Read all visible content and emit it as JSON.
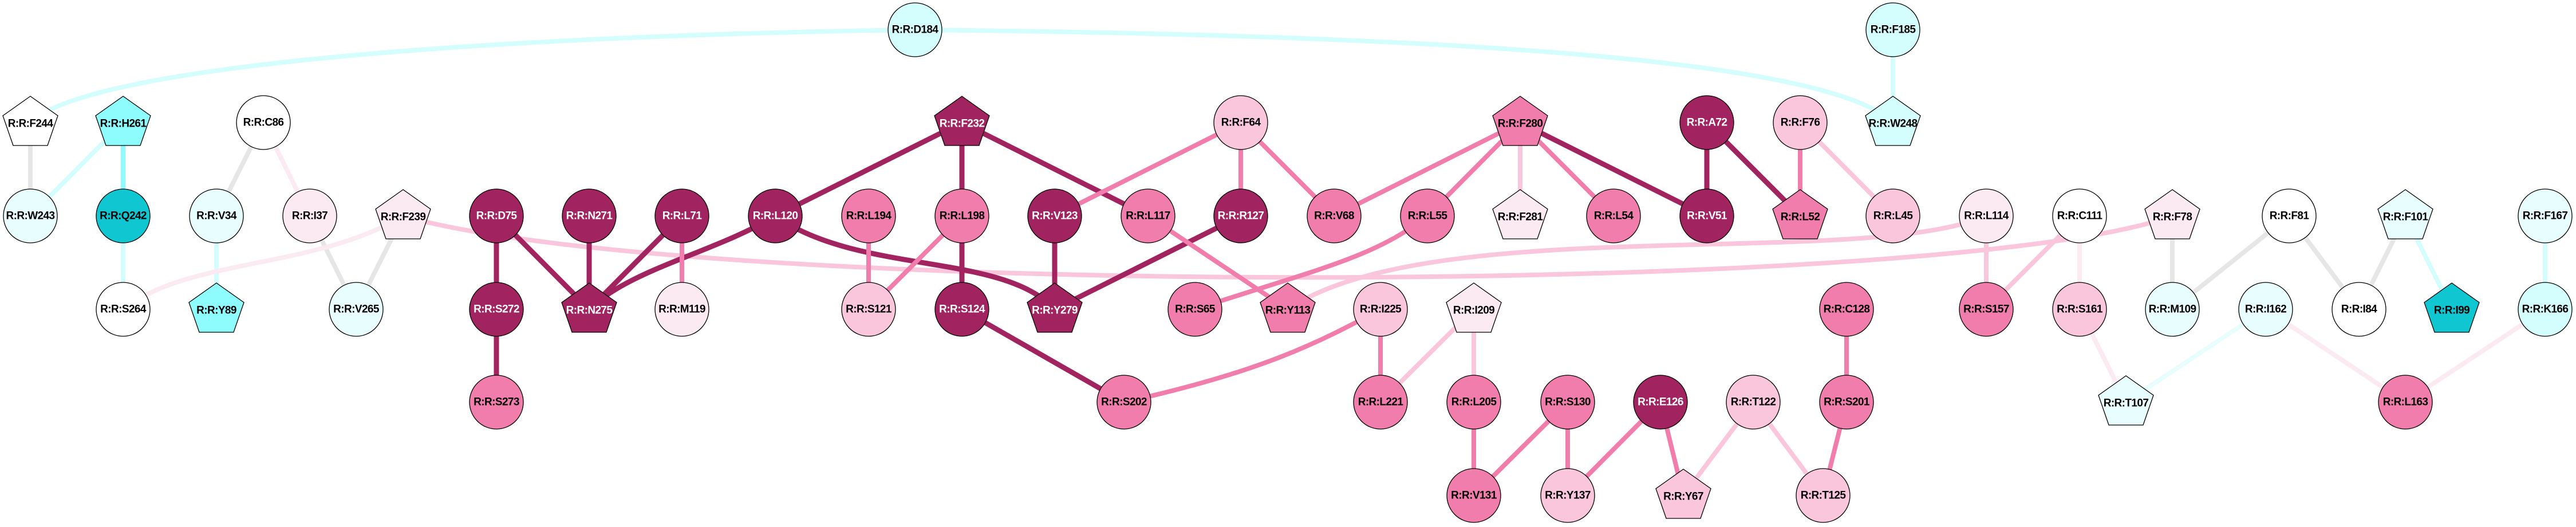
{
  "colors": {
    "dark": "#a12360",
    "medium": "#f07dab",
    "light": "#f9c6dc",
    "pale": "#fceaf2",
    "white": "#ffffff",
    "cyan_pale": "#e8fdfd",
    "cyan_light": "#d4fdfd",
    "cyan": "#8efcfc",
    "teal": "#10c6d0",
    "gray": "#e6e6e6"
  },
  "nodes": [
    {
      "id": "D184",
      "label": "R:R:D184",
      "shape": "circle",
      "fill": "cyan_light"
    },
    {
      "id": "F185",
      "label": "R:R:F185",
      "shape": "circle",
      "fill": "cyan_light"
    },
    {
      "id": "F244",
      "label": "R:R:F244",
      "shape": "pentagon",
      "fill": "white"
    },
    {
      "id": "H261",
      "label": "R:R:H261",
      "shape": "pentagon",
      "fill": "cyan"
    },
    {
      "id": "C86",
      "label": "R:R:C86",
      "shape": "circle",
      "fill": "white"
    },
    {
      "id": "F232",
      "label": "R:R:F232",
      "shape": "pentagon",
      "fill": "dark"
    },
    {
      "id": "F64",
      "label": "R:R:F64",
      "shape": "circle",
      "fill": "light"
    },
    {
      "id": "F280",
      "label": "R:R:F280",
      "shape": "pentagon",
      "fill": "medium"
    },
    {
      "id": "A72",
      "label": "R:R:A72",
      "shape": "circle",
      "fill": "dark"
    },
    {
      "id": "F76",
      "label": "R:R:F76",
      "shape": "circle",
      "fill": "light"
    },
    {
      "id": "W248",
      "label": "R:R:W248",
      "shape": "pentagon",
      "fill": "cyan_light"
    },
    {
      "id": "W243",
      "label": "R:R:W243",
      "shape": "circle",
      "fill": "cyan_pale"
    },
    {
      "id": "Q242",
      "label": "R:R:Q242",
      "shape": "circle",
      "fill": "teal"
    },
    {
      "id": "V34",
      "label": "R:R:V34",
      "shape": "circle",
      "fill": "cyan_pale"
    },
    {
      "id": "I37",
      "label": "R:R:I37",
      "shape": "circle",
      "fill": "pale"
    },
    {
      "id": "F239",
      "label": "R:R:F239",
      "shape": "pentagon",
      "fill": "pale"
    },
    {
      "id": "D75",
      "label": "R:R:D75",
      "shape": "circle",
      "fill": "dark"
    },
    {
      "id": "N271",
      "label": "R:R:N271",
      "shape": "circle",
      "fill": "dark"
    },
    {
      "id": "L71",
      "label": "R:R:L71",
      "shape": "circle",
      "fill": "dark"
    },
    {
      "id": "L120",
      "label": "R:R:L120",
      "shape": "circle",
      "fill": "dark"
    },
    {
      "id": "L194",
      "label": "R:R:L194",
      "shape": "circle",
      "fill": "medium"
    },
    {
      "id": "L198",
      "label": "R:R:L198",
      "shape": "circle",
      "fill": "medium"
    },
    {
      "id": "V123",
      "label": "R:R:V123",
      "shape": "circle",
      "fill": "dark"
    },
    {
      "id": "L117",
      "label": "R:R:L117",
      "shape": "circle",
      "fill": "medium"
    },
    {
      "id": "R127",
      "label": "R:R:R127",
      "shape": "circle",
      "fill": "dark"
    },
    {
      "id": "V68",
      "label": "R:R:V68",
      "shape": "circle",
      "fill": "medium"
    },
    {
      "id": "L55",
      "label": "R:R:L55",
      "shape": "circle",
      "fill": "medium"
    },
    {
      "id": "F281",
      "label": "R:R:F281",
      "shape": "pentagon",
      "fill": "pale"
    },
    {
      "id": "L54",
      "label": "R:R:L54",
      "shape": "circle",
      "fill": "medium"
    },
    {
      "id": "V51",
      "label": "R:R:V51",
      "shape": "circle",
      "fill": "dark"
    },
    {
      "id": "L52",
      "label": "R:R:L52",
      "shape": "pentagon",
      "fill": "medium"
    },
    {
      "id": "L45",
      "label": "R:R:L45",
      "shape": "circle",
      "fill": "light"
    },
    {
      "id": "L114",
      "label": "R:R:L114",
      "shape": "circle",
      "fill": "pale"
    },
    {
      "id": "C111",
      "label": "R:R:C111",
      "shape": "circle",
      "fill": "white"
    },
    {
      "id": "F78",
      "label": "R:R:F78",
      "shape": "pentagon",
      "fill": "pale"
    },
    {
      "id": "F81",
      "label": "R:R:F81",
      "shape": "circle",
      "fill": "white"
    },
    {
      "id": "F101",
      "label": "R:R:F101",
      "shape": "pentagon",
      "fill": "cyan_pale"
    },
    {
      "id": "F167",
      "label": "R:R:F167",
      "shape": "circle",
      "fill": "cyan_pale"
    },
    {
      "id": "S264",
      "label": "R:R:S264",
      "shape": "circle",
      "fill": "white"
    },
    {
      "id": "Y89",
      "label": "R:R:Y89",
      "shape": "pentagon",
      "fill": "cyan"
    },
    {
      "id": "V265",
      "label": "R:R:V265",
      "shape": "circle",
      "fill": "cyan_pale"
    },
    {
      "id": "S272",
      "label": "R:R:S272",
      "shape": "circle",
      "fill": "dark"
    },
    {
      "id": "N275",
      "label": "R:R:N275",
      "shape": "pentagon",
      "fill": "dark"
    },
    {
      "id": "M119",
      "label": "R:R:M119",
      "shape": "circle",
      "fill": "pale"
    },
    {
      "id": "S121",
      "label": "R:R:S121",
      "shape": "circle",
      "fill": "light"
    },
    {
      "id": "S124",
      "label": "R:R:S124",
      "shape": "circle",
      "fill": "dark"
    },
    {
      "id": "Y279",
      "label": "R:R:Y279",
      "shape": "pentagon",
      "fill": "dark"
    },
    {
      "id": "S65",
      "label": "R:R:S65",
      "shape": "circle",
      "fill": "medium"
    },
    {
      "id": "Y113",
      "label": "R:R:Y113",
      "shape": "pentagon",
      "fill": "medium"
    },
    {
      "id": "I225",
      "label": "R:R:I225",
      "shape": "circle",
      "fill": "light"
    },
    {
      "id": "I209",
      "label": "R:R:I209",
      "shape": "pentagon",
      "fill": "pale"
    },
    {
      "id": "C128",
      "label": "R:R:C128",
      "shape": "circle",
      "fill": "medium"
    },
    {
      "id": "S157",
      "label": "R:R:S157",
      "shape": "circle",
      "fill": "medium"
    },
    {
      "id": "S161",
      "label": "R:R:S161",
      "shape": "circle",
      "fill": "light"
    },
    {
      "id": "M109",
      "label": "R:R:M109",
      "shape": "circle",
      "fill": "cyan_pale"
    },
    {
      "id": "I162",
      "label": "R:R:I162",
      "shape": "circle",
      "fill": "cyan_pale"
    },
    {
      "id": "I84",
      "label": "R:R:I84",
      "shape": "circle",
      "fill": "white"
    },
    {
      "id": "I99",
      "label": "R:R:I99",
      "shape": "pentagon",
      "fill": "teal"
    },
    {
      "id": "K166",
      "label": "R:R:K166",
      "shape": "circle",
      "fill": "cyan_light"
    },
    {
      "id": "S273",
      "label": "R:R:S273",
      "shape": "circle",
      "fill": "medium"
    },
    {
      "id": "S202",
      "label": "R:R:S202",
      "shape": "circle",
      "fill": "medium"
    },
    {
      "id": "L221",
      "label": "R:R:L221",
      "shape": "circle",
      "fill": "medium"
    },
    {
      "id": "L205",
      "label": "R:R:L205",
      "shape": "circle",
      "fill": "medium"
    },
    {
      "id": "S130",
      "label": "R:R:S130",
      "shape": "circle",
      "fill": "medium"
    },
    {
      "id": "E126",
      "label": "R:R:E126",
      "shape": "circle",
      "fill": "dark"
    },
    {
      "id": "T122",
      "label": "R:R:T122",
      "shape": "circle",
      "fill": "light"
    },
    {
      "id": "S201",
      "label": "R:R:S201",
      "shape": "circle",
      "fill": "medium"
    },
    {
      "id": "T107",
      "label": "R:R:T107",
      "shape": "pentagon",
      "fill": "cyan_pale"
    },
    {
      "id": "L163",
      "label": "R:R:L163",
      "shape": "circle",
      "fill": "medium"
    },
    {
      "id": "V131",
      "label": "R:R:V131",
      "shape": "circle",
      "fill": "medium"
    },
    {
      "id": "Y137",
      "label": "R:R:Y137",
      "shape": "circle",
      "fill": "light"
    },
    {
      "id": "Y67",
      "label": "R:R:Y67",
      "shape": "pentagon",
      "fill": "light"
    },
    {
      "id": "T125",
      "label": "R:R:T125",
      "shape": "circle",
      "fill": "light"
    }
  ],
  "edges": [
    {
      "s": "D184",
      "t": "F244",
      "c": "cyan_light"
    },
    {
      "s": "D184",
      "t": "W248",
      "c": "cyan_light"
    },
    {
      "s": "F185",
      "t": "W248",
      "c": "cyan_light"
    },
    {
      "s": "F244",
      "t": "W243",
      "c": "gray"
    },
    {
      "s": "H261",
      "t": "W243",
      "c": "cyan_light"
    },
    {
      "s": "H261",
      "t": "Q242",
      "c": "cyan"
    },
    {
      "s": "Q242",
      "t": "S264",
      "c": "cyan_light"
    },
    {
      "s": "C86",
      "t": "V34",
      "c": "gray"
    },
    {
      "s": "C86",
      "t": "I37",
      "c": "pale"
    },
    {
      "s": "V34",
      "t": "Y89",
      "c": "cyan_light"
    },
    {
      "s": "I37",
      "t": "V265",
      "c": "gray"
    },
    {
      "s": "F239",
      "t": "V265",
      "c": "gray"
    },
    {
      "s": "F239",
      "t": "S264",
      "c": "pale"
    },
    {
      "s": "F239",
      "t": "F78",
      "c": "light"
    },
    {
      "s": "L114",
      "t": "Y113",
      "c": "light"
    },
    {
      "s": "D75",
      "t": "S272",
      "c": "dark"
    },
    {
      "s": "D75",
      "t": "N275",
      "c": "dark"
    },
    {
      "s": "N271",
      "t": "N275",
      "c": "dark"
    },
    {
      "s": "L71",
      "t": "N275",
      "c": "dark"
    },
    {
      "s": "L120",
      "t": "N275",
      "c": "dark"
    },
    {
      "s": "S272",
      "t": "S273",
      "c": "dark"
    },
    {
      "s": "L71",
      "t": "M119",
      "c": "medium"
    },
    {
      "s": "F232",
      "t": "L120",
      "c": "dark"
    },
    {
      "s": "F232",
      "t": "L198",
      "c": "dark"
    },
    {
      "s": "F232",
      "t": "L117",
      "c": "dark"
    },
    {
      "s": "L120",
      "t": "Y279",
      "c": "dark"
    },
    {
      "s": "L194",
      "t": "S121",
      "c": "medium"
    },
    {
      "s": "L198",
      "t": "S121",
      "c": "medium"
    },
    {
      "s": "L198",
      "t": "S124",
      "c": "dark"
    },
    {
      "s": "V123",
      "t": "Y279",
      "c": "dark"
    },
    {
      "s": "R127",
      "t": "Y279",
      "c": "dark"
    },
    {
      "s": "F64",
      "t": "V123",
      "c": "medium"
    },
    {
      "s": "F64",
      "t": "R127",
      "c": "medium"
    },
    {
      "s": "F64",
      "t": "V68",
      "c": "medium"
    },
    {
      "s": "L117",
      "t": "Y113",
      "c": "medium"
    },
    {
      "s": "S124",
      "t": "S202",
      "c": "dark"
    },
    {
      "s": "S202",
      "t": "I225",
      "c": "medium"
    },
    {
      "s": "S65",
      "t": "L55",
      "c": "medium"
    },
    {
      "s": "F280",
      "t": "V68",
      "c": "medium"
    },
    {
      "s": "F280",
      "t": "L55",
      "c": "medium"
    },
    {
      "s": "F280",
      "t": "L54",
      "c": "medium"
    },
    {
      "s": "F280",
      "t": "F281",
      "c": "light"
    },
    {
      "s": "F280",
      "t": "V51",
      "c": "dark"
    },
    {
      "s": "A72",
      "t": "V51",
      "c": "dark"
    },
    {
      "s": "A72",
      "t": "L52",
      "c": "dark"
    },
    {
      "s": "F76",
      "t": "L52",
      "c": "medium"
    },
    {
      "s": "F76",
      "t": "L45",
      "c": "light"
    },
    {
      "s": "I225",
      "t": "L221",
      "c": "medium"
    },
    {
      "s": "I209",
      "t": "L221",
      "c": "light"
    },
    {
      "s": "I209",
      "t": "L205",
      "c": "light"
    },
    {
      "s": "L205",
      "t": "V131",
      "c": "medium"
    },
    {
      "s": "S130",
      "t": "V131",
      "c": "medium"
    },
    {
      "s": "S130",
      "t": "Y137",
      "c": "medium"
    },
    {
      "s": "E126",
      "t": "Y137",
      "c": "medium"
    },
    {
      "s": "E126",
      "t": "Y67",
      "c": "medium"
    },
    {
      "s": "T122",
      "t": "Y67",
      "c": "light"
    },
    {
      "s": "T122",
      "t": "T125",
      "c": "light"
    },
    {
      "s": "S201",
      "t": "T125",
      "c": "medium"
    },
    {
      "s": "C128",
      "t": "S201",
      "c": "medium"
    },
    {
      "s": "L114",
      "t": "S157",
      "c": "light"
    },
    {
      "s": "C111",
      "t": "S157",
      "c": "light"
    },
    {
      "s": "C111",
      "t": "S161",
      "c": "pale"
    },
    {
      "s": "S161",
      "t": "T107",
      "c": "pale"
    },
    {
      "s": "I162",
      "t": "T107",
      "c": "cyan_pale"
    },
    {
      "s": "I162",
      "t": "L163",
      "c": "pale"
    },
    {
      "s": "K166",
      "t": "L163",
      "c": "pale"
    },
    {
      "s": "F78",
      "t": "M109",
      "c": "gray"
    },
    {
      "s": "F81",
      "t": "M109",
      "c": "gray"
    },
    {
      "s": "F81",
      "t": "I84",
      "c": "gray"
    },
    {
      "s": "F101",
      "t": "I84",
      "c": "gray"
    },
    {
      "s": "F101",
      "t": "I99",
      "c": "cyan_light"
    },
    {
      "s": "F167",
      "t": "K166",
      "c": "cyan_light"
    }
  ]
}
